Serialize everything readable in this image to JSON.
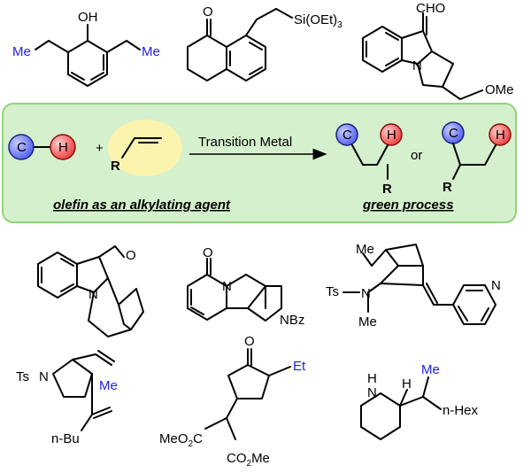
{
  "colors": {
    "panel_fill": "#d5f0cc",
    "panel_border": "#93d37b",
    "oval_fill": "#fbf4ae",
    "carbon_ball": "#4f5ff0",
    "hydrogen_ball": "#ee3a3a",
    "highlight_red": "#e01010",
    "highlight_blue": "#1f1fe6",
    "highlight_green": "#188a18"
  },
  "scheme": {
    "carbon_symbol": "C",
    "hydrogen_symbol": "H",
    "plus": "+",
    "olefin_r": "R",
    "arrow_label": "Transition Metal",
    "or_text": "or",
    "product_r": "R",
    "caption_left": "olefin as an alkylating agent",
    "caption_right": "green process"
  },
  "molecules": {
    "phenol": {
      "oh": "OH",
      "left_group": "Me",
      "right_group": "Me"
    },
    "tetralone": {
      "o": "O",
      "silyl": "Si(OEt)",
      "silyl_sub": "3"
    },
    "indole_aldehyde": {
      "cho": "CHO",
      "n": "N",
      "ome": "OMe"
    },
    "indole_bridged": {
      "o": "O",
      "n": "N"
    },
    "cytisine": {
      "o": "O",
      "n": "N",
      "nbz": "NBz"
    },
    "bicyclic": {
      "me_top": "Me",
      "ts": "Ts",
      "n": "N",
      "me_n": "Me",
      "pyr_n": "N"
    },
    "pyrrolidine": {
      "ts": "Ts",
      "n": "N",
      "me": "Me",
      "nbu": "n-Bu"
    },
    "cyclopentanone": {
      "o": "O",
      "et": "Et",
      "ester_left": "MeO",
      "ester_left_sub": "2",
      "ester_left_c": "C",
      "ester_right": "CO",
      "ester_right_sub": "2",
      "ester_right_me": "Me"
    },
    "coniine": {
      "nh": "N",
      "h_n": "H",
      "h_c": "H",
      "me": "Me",
      "nhex": "n-Hex"
    }
  }
}
